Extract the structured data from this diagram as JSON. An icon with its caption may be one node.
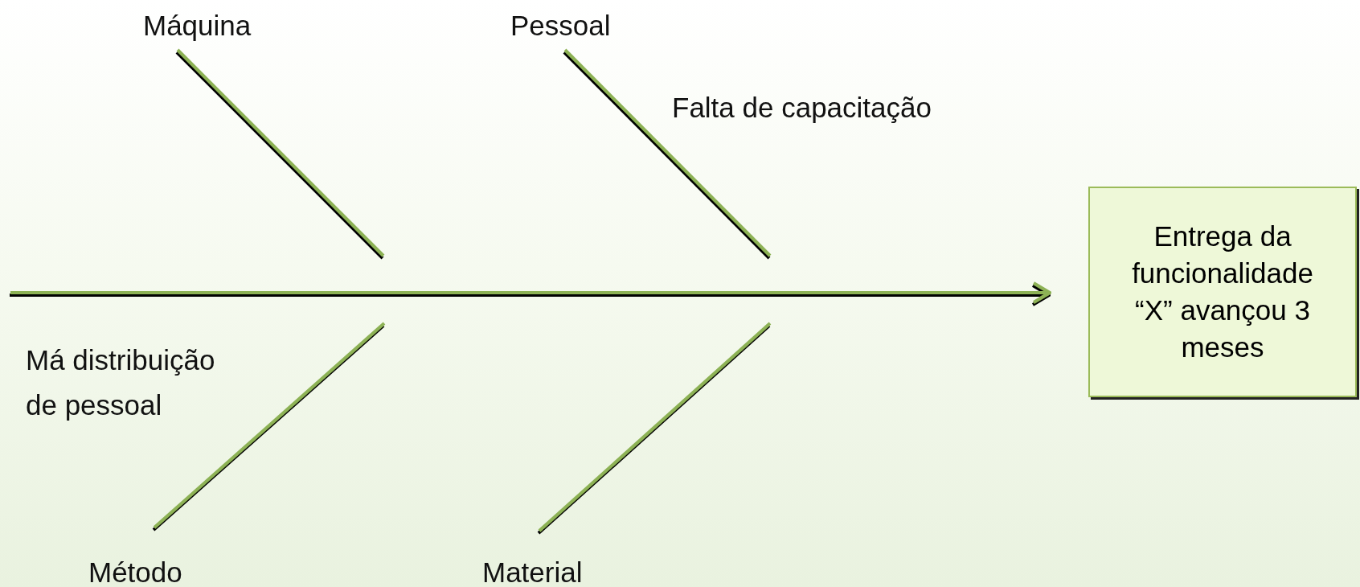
{
  "diagram": {
    "nodes": [
      {
        "text": [
          "Máquina"
        ]
      },
      {
        "text": [
          "Pessoal"
        ]
      },
      {
        "text": [
          "Método"
        ]
      },
      {
        "text": [
          "Material"
        ]
      },
      {
        "text": [
          "Entrega da funcionalidade “X” avançou 3 meses"
        ]
      }
    ],
    "edges": [
      {
        "from": 0,
        "to": null,
        "arrow": "none"
      },
      {
        "from": 1,
        "to": null,
        "arrow": "none"
      },
      {
        "from": 2,
        "to": null,
        "arrow": "none"
      },
      {
        "from": 3,
        "to": null,
        "arrow": "none"
      },
      {
        "from": null,
        "to": 4,
        "arrow": "to"
      }
    ],
    "labels": [
      "Falta de capacitação",
      "Má distribuição de pessoal"
    ]
  }
}
